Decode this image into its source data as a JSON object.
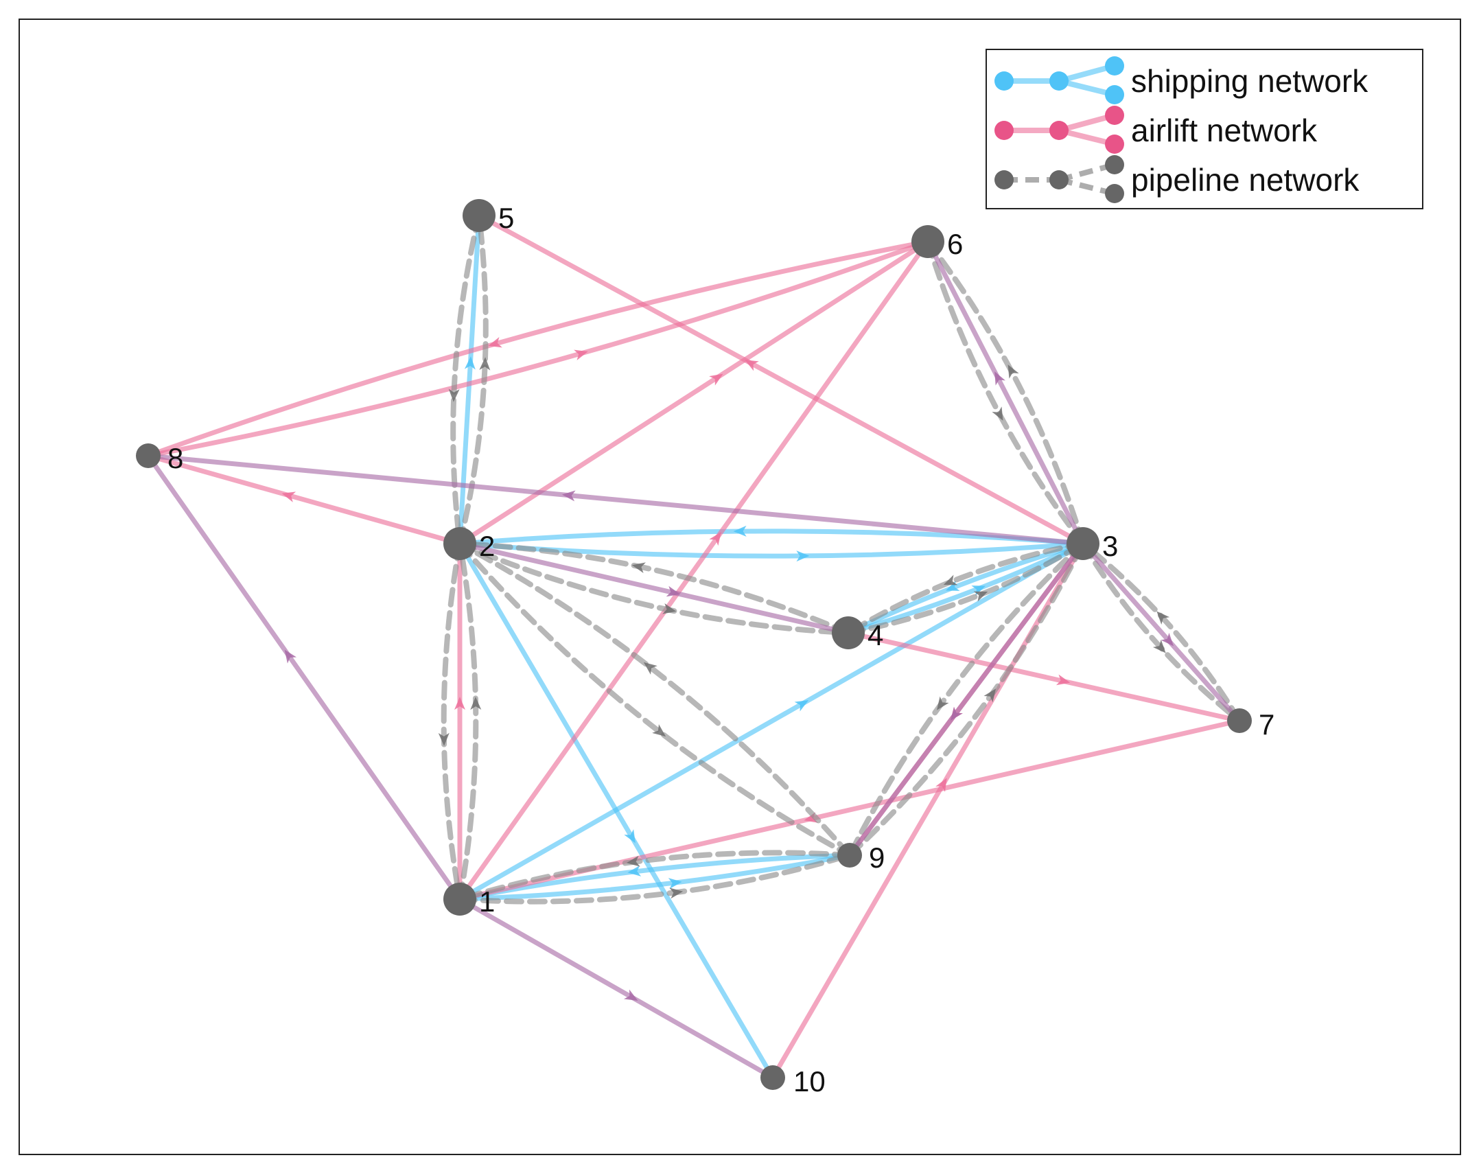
{
  "diagram": {
    "type": "directed-multilayer-network",
    "nodes": [
      {
        "id": "1",
        "label": "1"
      },
      {
        "id": "2",
        "label": "2"
      },
      {
        "id": "3",
        "label": "3"
      },
      {
        "id": "4",
        "label": "4"
      },
      {
        "id": "5",
        "label": "5"
      },
      {
        "id": "6",
        "label": "6"
      },
      {
        "id": "7",
        "label": "7"
      },
      {
        "id": "8",
        "label": "8"
      },
      {
        "id": "9",
        "label": "9"
      },
      {
        "id": "10",
        "label": "10"
      }
    ],
    "layers": [
      {
        "key": "shipping",
        "name": "shipping network",
        "color": "#4fc3f7",
        "style": "solid",
        "edges": [
          [
            "2",
            "5"
          ],
          [
            "2",
            "10"
          ],
          [
            "3",
            "2"
          ],
          [
            "2",
            "3"
          ],
          [
            "3",
            "4"
          ],
          [
            "4",
            "3"
          ],
          [
            "1",
            "3"
          ],
          [
            "1",
            "9"
          ],
          [
            "9",
            "1"
          ]
        ]
      },
      {
        "key": "airlift",
        "name": "airlift network",
        "color": "#ec6f9a",
        "style": "solid",
        "edges": [
          [
            "2",
            "8"
          ],
          [
            "6",
            "8"
          ],
          [
            "8",
            "6"
          ],
          [
            "2",
            "6"
          ],
          [
            "1",
            "6"
          ],
          [
            "3",
            "5"
          ],
          [
            "4",
            "7"
          ],
          [
            "7",
            "1"
          ],
          [
            "10",
            "3"
          ],
          [
            "3",
            "9"
          ],
          [
            "1",
            "2"
          ]
        ]
      },
      {
        "key": "pipeline",
        "name": "pipeline network",
        "color": "#8a8a8a",
        "style": "dashed",
        "edges": [
          [
            "5",
            "2"
          ],
          [
            "2",
            "5"
          ],
          [
            "6",
            "3"
          ],
          [
            "3",
            "6"
          ],
          [
            "2",
            "1"
          ],
          [
            "1",
            "2"
          ],
          [
            "2",
            "4"
          ],
          [
            "4",
            "2"
          ],
          [
            "3",
            "4"
          ],
          [
            "4",
            "3"
          ],
          [
            "2",
            "9"
          ],
          [
            "9",
            "2"
          ],
          [
            "3",
            "9"
          ],
          [
            "9",
            "3"
          ],
          [
            "3",
            "7"
          ],
          [
            "7",
            "3"
          ],
          [
            "1",
            "9"
          ],
          [
            "9",
            "1"
          ]
        ]
      },
      {
        "key": "overlap",
        "name": "",
        "color": "#a86aa6",
        "style": "solid",
        "edges": [
          [
            "3",
            "8"
          ],
          [
            "1",
            "8"
          ],
          [
            "1",
            "10"
          ],
          [
            "3",
            "6"
          ],
          [
            "3",
            "7"
          ],
          [
            "2",
            "4"
          ],
          [
            "3",
            "9"
          ]
        ]
      }
    ]
  }
}
